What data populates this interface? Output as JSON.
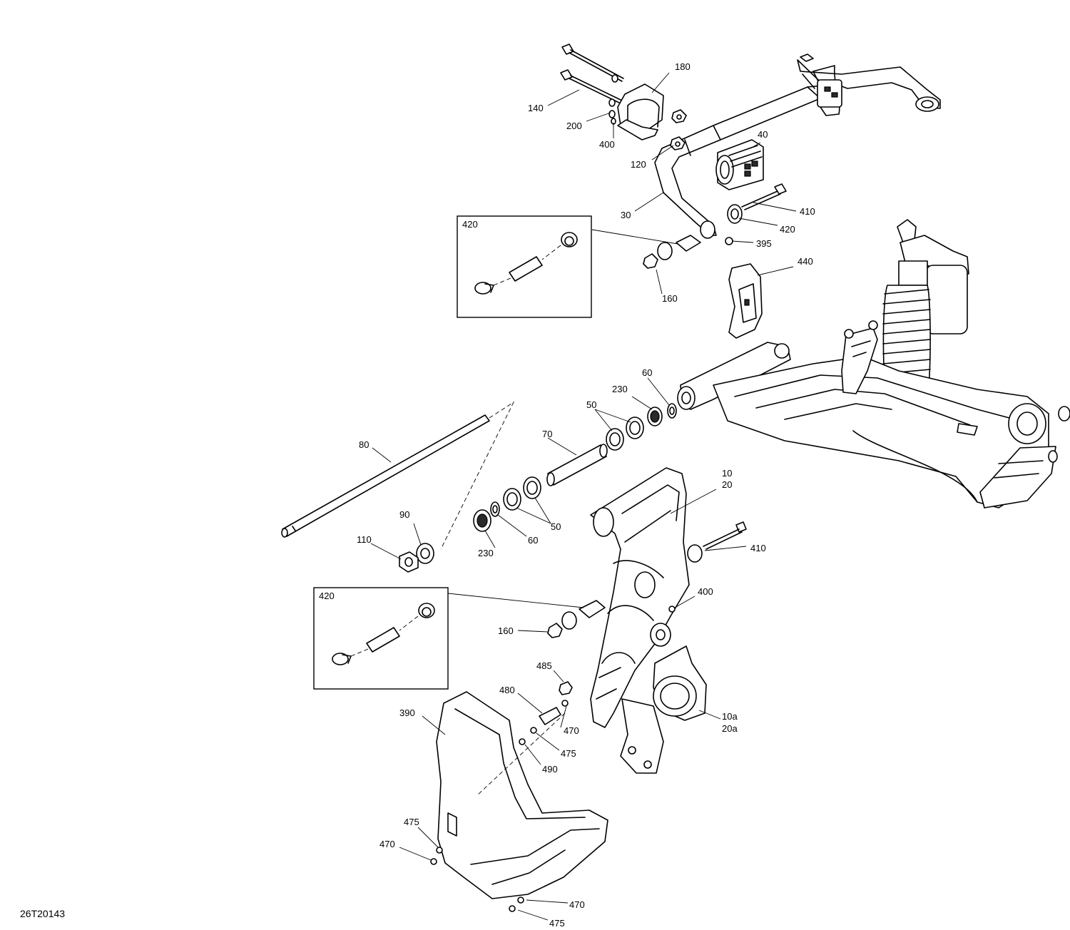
{
  "figure_id": "26T20143",
  "callouts": [
    {
      "id": "c180",
      "text": "180"
    },
    {
      "id": "c140",
      "text": "140"
    },
    {
      "id": "c200",
      "text": "200"
    },
    {
      "id": "c400a",
      "text": "400"
    },
    {
      "id": "c120",
      "text": "120"
    },
    {
      "id": "c40",
      "text": "40"
    },
    {
      "id": "c30",
      "text": "30"
    },
    {
      "id": "c410a",
      "text": "410"
    },
    {
      "id": "c420a",
      "text": "420"
    },
    {
      "id": "c395",
      "text": "395"
    },
    {
      "id": "c160a",
      "text": "160"
    },
    {
      "id": "c440",
      "text": "440"
    },
    {
      "id": "c60a",
      "text": "60"
    },
    {
      "id": "c230a",
      "text": "230"
    },
    {
      "id": "c50a",
      "text": "50"
    },
    {
      "id": "c70",
      "text": "70"
    },
    {
      "id": "c80",
      "text": "80"
    },
    {
      "id": "c10",
      "text": "10"
    },
    {
      "id": "c20",
      "text": "20"
    },
    {
      "id": "c90",
      "text": "90"
    },
    {
      "id": "c110",
      "text": "110"
    },
    {
      "id": "c50b",
      "text": "50"
    },
    {
      "id": "c60b",
      "text": "60"
    },
    {
      "id": "c230b",
      "text": "230"
    },
    {
      "id": "c410b",
      "text": "410"
    },
    {
      "id": "c400b",
      "text": "400"
    },
    {
      "id": "c160b",
      "text": "160"
    },
    {
      "id": "c485",
      "text": "485"
    },
    {
      "id": "c480",
      "text": "480"
    },
    {
      "id": "c390",
      "text": "390"
    },
    {
      "id": "c470a",
      "text": "470"
    },
    {
      "id": "c475a",
      "text": "475"
    },
    {
      "id": "c490",
      "text": "490"
    },
    {
      "id": "c10a",
      "text": "10a"
    },
    {
      "id": "c20a",
      "text": "20a"
    },
    {
      "id": "c475b",
      "text": "475"
    },
    {
      "id": "c470b",
      "text": "470"
    },
    {
      "id": "c470c",
      "text": "470"
    },
    {
      "id": "c475c",
      "text": "475"
    }
  ],
  "detail_boxes": [
    {
      "id": "detail-top",
      "label": "420"
    },
    {
      "id": "detail-bottom",
      "label": "420"
    }
  ]
}
